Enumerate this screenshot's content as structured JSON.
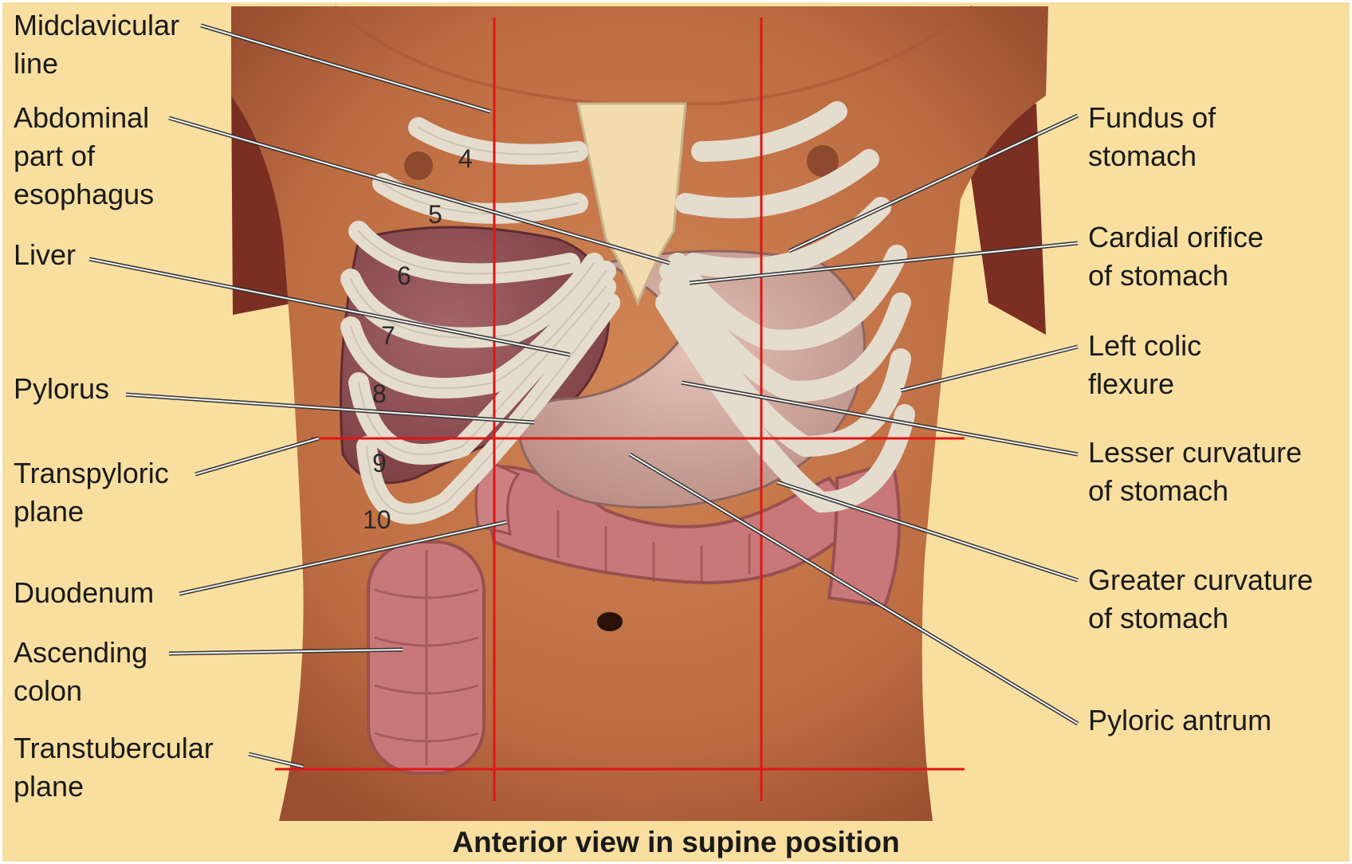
{
  "labels": {
    "midclavicular": [
      "Midclavicular",
      "line"
    ],
    "abdominal_esophagus": [
      "Abdominal",
      "part of",
      "esophagus"
    ],
    "liver": [
      "Liver"
    ],
    "pylorus": [
      "Pylorus"
    ],
    "transpyloric": [
      "Transpyloric",
      "plane"
    ],
    "duodenum": [
      "Duodenum"
    ],
    "ascending_colon": [
      "Ascending",
      "colon"
    ],
    "transtubercular": [
      "Transtubercular",
      "plane"
    ],
    "fundus": [
      "Fundus of",
      "stomach"
    ],
    "cardial_orifice": [
      "Cardial orifice",
      "of stomach"
    ],
    "left_colic_flexure": [
      "Left colic",
      "flexure"
    ],
    "lesser_curvature": [
      "Lesser curvature",
      "of stomach"
    ],
    "greater_curvature": [
      "Greater curvature",
      "of stomach"
    ],
    "pyloric_antrum": [
      "Pyloric antrum"
    ]
  },
  "rib_numbers": [
    "4",
    "5",
    "6",
    "7",
    "8",
    "9",
    "10"
  ],
  "caption": "Anterior view in supine position",
  "colors": {
    "background": "#f8dfa0",
    "skin": "#c8794a",
    "skin_shadow": "#a9593a",
    "rib": "#e4dccd",
    "cartilage": "#f2dcae",
    "liver": "#8f5150",
    "stomach": "#c99a90",
    "colon": "#c87878",
    "plane_line": "#e01515",
    "leader_line": "#f4f4f4"
  }
}
